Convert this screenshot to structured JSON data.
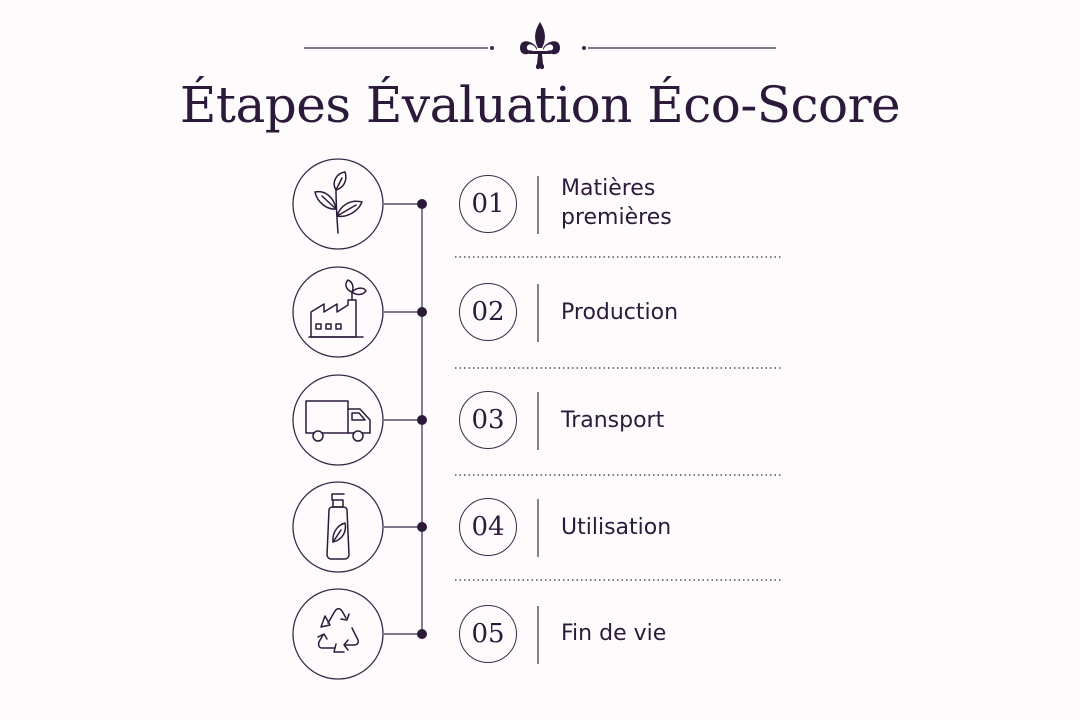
{
  "title": "Étapes Évaluation Éco-Score",
  "colors": {
    "ink": "#2c1a3a",
    "line": "#3a2a48",
    "background": "#fdfbfc"
  },
  "ornament_icon": "fleur-de-lis-icon",
  "steps": [
    {
      "number": "01",
      "label": "Matières premières",
      "icon": "leaves-icon"
    },
    {
      "number": "02",
      "label": "Production",
      "icon": "factory-icon"
    },
    {
      "number": "03",
      "label": "Transport",
      "icon": "truck-icon"
    },
    {
      "number": "04",
      "label": "Utilisation",
      "icon": "bottle-icon"
    },
    {
      "number": "05",
      "label": "Fin de vie",
      "icon": "recycle-icon"
    }
  ]
}
